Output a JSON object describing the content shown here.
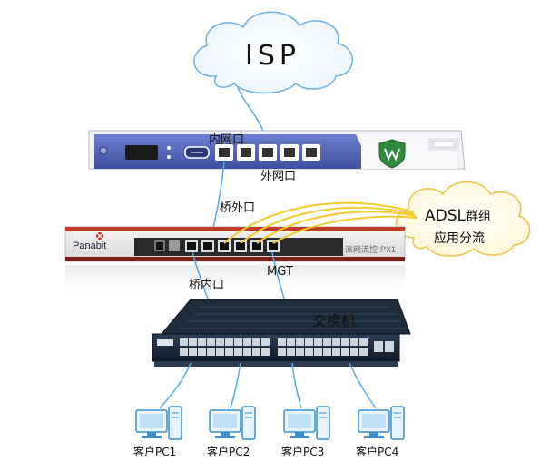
{
  "diagram": {
    "isp_label": "ISP",
    "router": {
      "inner_port_label": "内网口",
      "outer_port_label": "外网口"
    },
    "bridge_outer_label": "桥外口",
    "bridge_inner_label": "桥内口",
    "mgt_label": "MGT",
    "panabit": {
      "brand": "Panabit",
      "model": "派网流控-PX1"
    },
    "adsl": {
      "line1": "ADSL",
      "line1_suffix": "群组",
      "line2": "应用分流"
    },
    "switch_label": "交换机",
    "clients": [
      "客户PC1",
      "客户PC2",
      "客户PC3",
      "客户PC4"
    ]
  },
  "colors": {
    "link_blue": "#5aa9e6",
    "link_yellow": "#f2cc2f",
    "cloud_border": "#6fb0e0",
    "router_body": "#4f63b8",
    "panabit_red": "#c0392b",
    "shield_green": "#2e8b3e"
  }
}
